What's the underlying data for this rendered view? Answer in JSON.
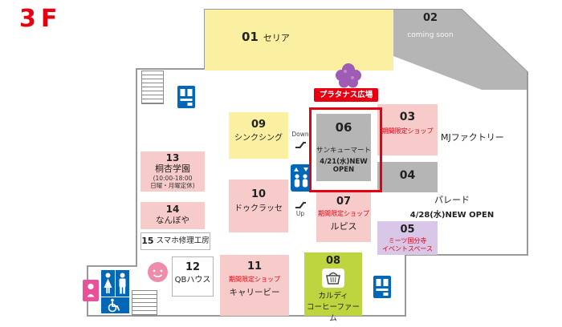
{
  "floor_label": "3F",
  "plaza": {
    "label": "プラタナス広場"
  },
  "corridor": {
    "down_label": "Down",
    "up_label": "Up"
  },
  "stores": {
    "s01": {
      "id": "01",
      "name": "セリア"
    },
    "s02": {
      "id": "02",
      "status": "coming soon"
    },
    "s03": {
      "id": "03",
      "badge": "期間限定ショップ",
      "name": "MJファクトリー"
    },
    "s04": {
      "id": "04",
      "name": "パレード",
      "note": "4/28(水)NEW OPEN"
    },
    "s05": {
      "id": "05",
      "name_line1": "ミーツ国分寺",
      "name_line2": "イベントスペース"
    },
    "s06": {
      "id": "06",
      "name": "サンキューマート",
      "note": "4/21(水)NEW OPEN"
    },
    "s07": {
      "id": "07",
      "badge": "期間限定ショップ",
      "name": "ルピス"
    },
    "s08": {
      "id": "08",
      "name_line1": "カルディ",
      "name_line2": "コーヒーファーム"
    },
    "s09": {
      "id": "09",
      "name": "シンクシング"
    },
    "s10": {
      "id": "10",
      "name": "ドゥクラッセ"
    },
    "s11": {
      "id": "11",
      "badge": "期間限定ショップ",
      "name": "キャリービー"
    },
    "s12": {
      "id": "12",
      "name": "QBハウス"
    },
    "s13": {
      "id": "13",
      "name": "桐杏学園",
      "hours_line1": "(10:00-18:00",
      "hours_line2": "日曜・月曜定休)"
    },
    "s14": {
      "id": "14",
      "name": "なんぼや"
    },
    "s15": {
      "id": "15",
      "name": "スマホ修理工房"
    }
  },
  "icons": {
    "plaza_flower": "purple tree-flower blob",
    "elevator": "blue square, white up/down arrows and two figures",
    "escalator": "black diagonal step glyph",
    "stairs": "striped steps rectangle",
    "vending_machine": "blue box with white panels",
    "restroom_female": "blue tile, white dress figure",
    "restroom_male": "blue tile, white standing figure",
    "accessible_toilet": "blue tile, white wheelchair",
    "baby_room": "pink tile, white baby figure",
    "kids_space": "pink circle smiling face",
    "shopping_basket": "white tile, outlined basket"
  },
  "colors": {
    "accent_red": "#e60012",
    "store_yellow": "#fbf0a2",
    "store_pink": "#f6cbca",
    "store_gray": "#b5b5b5",
    "store_lavender": "#d9c7e8",
    "store_green": "#bfd53f",
    "icon_blue": "#0068b7",
    "icon_pink": "#e85298",
    "plaza_purple": "#a05cb5",
    "outline_gray": "#9a9a9a"
  }
}
